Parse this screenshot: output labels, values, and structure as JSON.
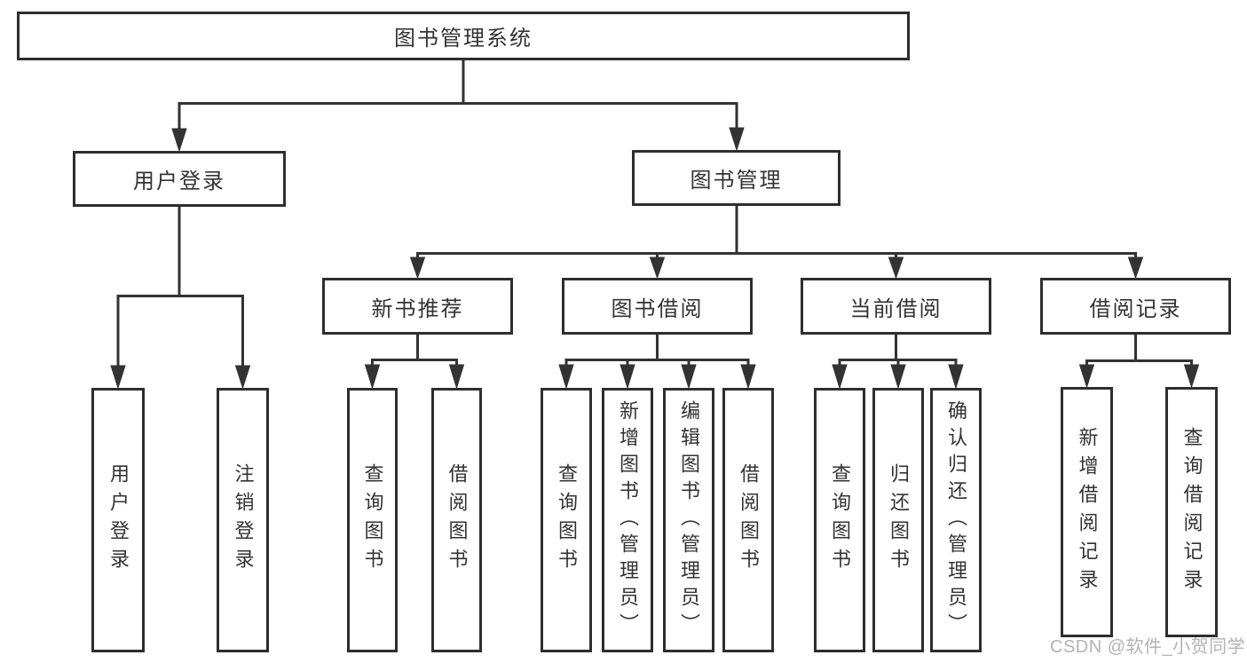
{
  "diagram": {
    "type": "hierarchy-tree",
    "tree": {
      "label": "图书管理系统",
      "children": [
        {
          "label": "用户登录",
          "children": [
            {
              "label": "用户登录"
            },
            {
              "label": "注销登录"
            }
          ]
        },
        {
          "label": "图书管理",
          "children": [
            {
              "label": "新书推荐",
              "children": [
                {
                  "label": "查询图书"
                },
                {
                  "label": "借阅图书"
                }
              ]
            },
            {
              "label": "图书借阅",
              "children": [
                {
                  "label": "查询图书"
                },
                {
                  "label": "新增图书（管理员）"
                },
                {
                  "label": "编辑图书（管理员）"
                },
                {
                  "label": "借阅图书"
                }
              ]
            },
            {
              "label": "当前借阅",
              "children": [
                {
                  "label": "查询图书"
                },
                {
                  "label": "归还图书"
                },
                {
                  "label": "确认归还（管理员）"
                }
              ]
            },
            {
              "label": "借阅记录",
              "children": [
                {
                  "label": "新增借阅记录"
                },
                {
                  "label": "查询借阅记录"
                }
              ]
            }
          ]
        }
      ]
    },
    "colors": {
      "line": "#333333",
      "box_border": "#2e2e2e",
      "text": "#333333",
      "watermark": "#b3b3b3",
      "background": "#ffffff"
    },
    "watermark": "CSDN @软件_小贺同学"
  }
}
